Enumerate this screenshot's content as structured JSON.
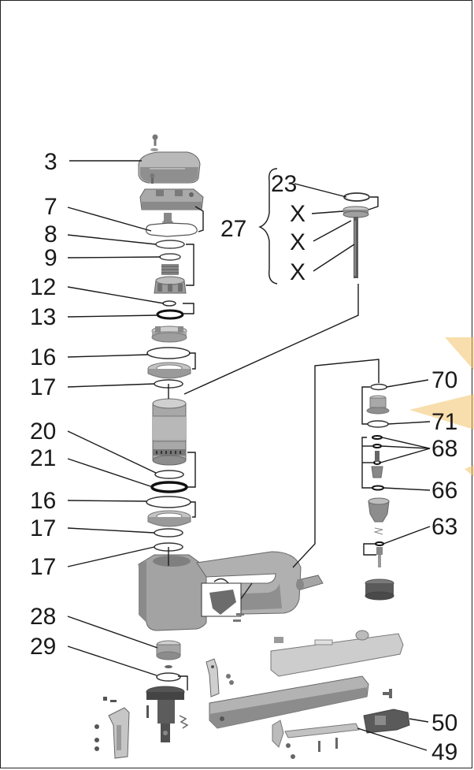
{
  "labels": {
    "p3": "3",
    "p7": "7",
    "p8": "8",
    "p9": "9",
    "p12": "12",
    "p13": "13",
    "p16a": "16",
    "p17a": "17",
    "p20": "20",
    "p21": "21",
    "p16b": "16",
    "p17b": "17",
    "p17c": "17",
    "p28": "28",
    "p29": "29",
    "p23": "23",
    "x1": "X",
    "x2": "X",
    "x3": "X",
    "p27": "27",
    "p70": "70",
    "p71": "71",
    "p68": "68",
    "p66": "66",
    "p63": "63",
    "p50": "50",
    "p49": "49"
  },
  "colors": {
    "part_light": "#c8c8c8",
    "part_mid": "#9a9a9a",
    "part_dark": "#5c5c5c",
    "line": "#1a1a1a",
    "watermark": "#f3c46a"
  }
}
